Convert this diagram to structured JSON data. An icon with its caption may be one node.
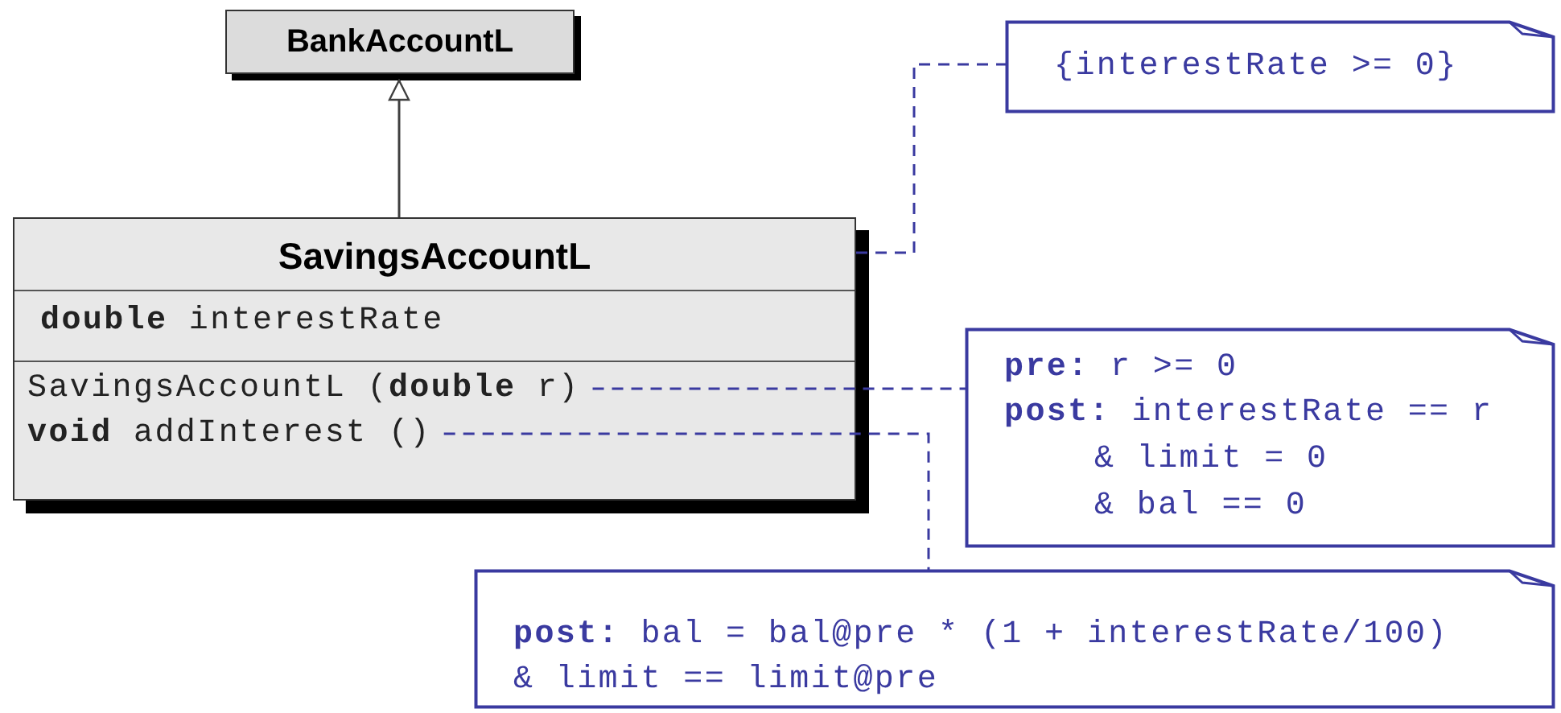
{
  "diagram": {
    "nodes": [
      {
        "text": [
          "BankAccountL"
        ]
      },
      {
        "text": [
          "SavingsAccountL",
          "**double** interestRate"
        ]
      },
      {
        "text": [
          "SavingsAccountL (**double** r)"
        ],
        "in": 1
      },
      {
        "text": [
          "**void** addInterest ()"
        ],
        "in": 1
      },
      {
        "text": [
          "{interestRate >= 0}"
        ]
      },
      {
        "text": [
          "**pre:**  r >= 0",
          "**post:** interestRate == r",
          "& limit = 0",
          "& bal == 0"
        ]
      },
      {
        "text": [
          "**post:** bal = bal@pre * (1 + interestRate/100)",
          "& limit == limit@pre"
        ]
      }
    ],
    "edges": [
      {
        "from": 1,
        "to": 4,
        "arrow": "none",
        "style": "dashed"
      },
      {
        "from": 2,
        "to": 5,
        "arrow": "none",
        "style": "dashed"
      },
      {
        "from": 3,
        "to": 6,
        "arrow": "none",
        "style": "dashed"
      },
      {
        "from": 1,
        "to": 0,
        "arrow": "to",
        "color": "#404040"
      }
    ]
  }
}
